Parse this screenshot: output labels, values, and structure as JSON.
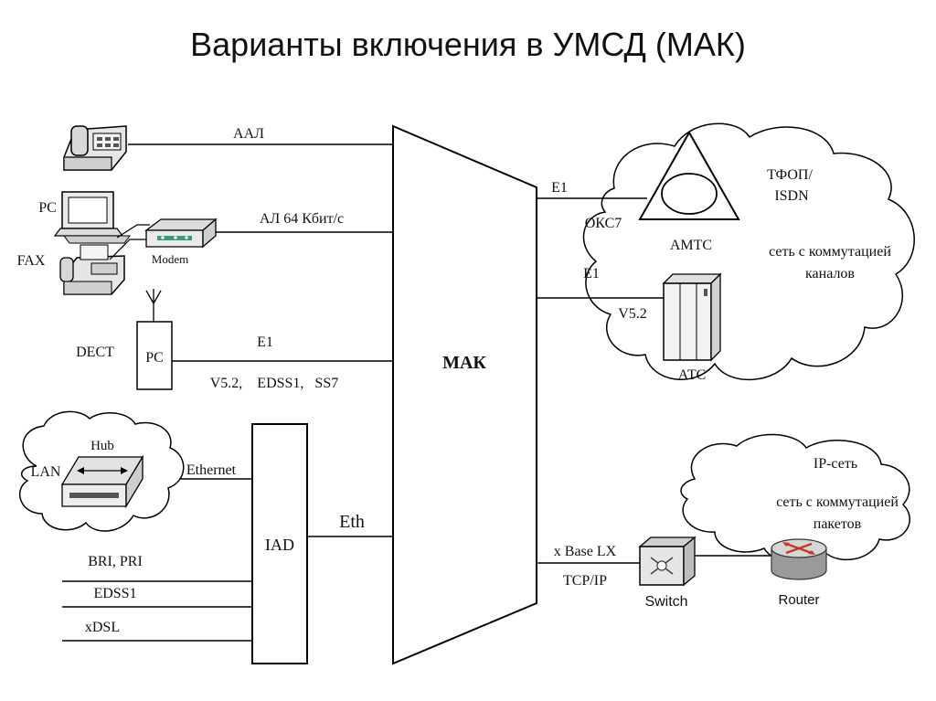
{
  "title": "Варианты включения в УМСД (МАК)",
  "diagram": {
    "center": "МАК",
    "left": {
      "aal": "ААЛ",
      "pc": "PC",
      "fax": "FAX",
      "modem": "Modem",
      "al64": "АЛ 64 Кбит/с",
      "dect": "DECT",
      "dect_pc": "PC",
      "e1": "E1",
      "protocols": "V5.2,    EDSS1,   SS7",
      "lan": "LAN",
      "hub": "Hub",
      "ethernet": "Ethernet",
      "iad": "IAD",
      "eth": "Eth",
      "bri": "BRI, PRI",
      "edss1": "EDSS1",
      "xdsl": "xDSL"
    },
    "right": {
      "e1_top": "E1",
      "okc7": "ОКС7",
      "amts": "АМТС",
      "tfop": "ТФОП/",
      "isdn": "ISDN",
      "circuit_1": "сеть с коммутацией",
      "circuit_2": "каналов",
      "e1_bottom": "E1",
      "v52": "V5.2",
      "ats": "АТС",
      "ip_net": "IP-сеть",
      "packet_1": "сеть с коммутацией",
      "packet_2": "пакетов",
      "xbase": "x Base LX",
      "tcpip": "TCP/IP",
      "switch": "Switch",
      "router": "Router"
    }
  }
}
